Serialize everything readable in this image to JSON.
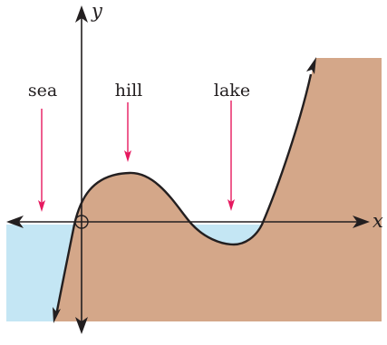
{
  "labels": {
    "sea": "sea",
    "hill": "hill",
    "lake": "lake"
  },
  "axes": {
    "x_label": "x",
    "y_label": "y"
  },
  "colors": {
    "land": "#d4a789",
    "water": "#c4e6f4",
    "pointer": "#e6195f",
    "curve": "#231f20",
    "axis": "#231f20",
    "background": "#ffffff"
  },
  "icons": {
    "origin_marker": "open-circle-icon",
    "axis_ends": "arrowhead-icon"
  }
}
